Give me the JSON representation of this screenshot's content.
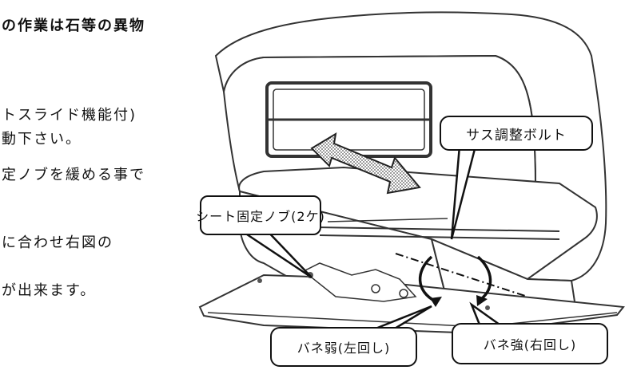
{
  "text_lines": [
    "の作業は石等の異物",
    "トスライド機能付)",
    "動下さい。",
    "定ノブを緩める事で",
    "に合わせ右図の",
    "が出来ます。"
  ],
  "callouts": {
    "suspension_bolt": "サス調整ボルト",
    "seat_lock_knob": "シート固定ノブ(2ケ)",
    "spring_weak": "バネ弱(左回し)",
    "spring_strong": "バネ強(右回し)"
  }
}
